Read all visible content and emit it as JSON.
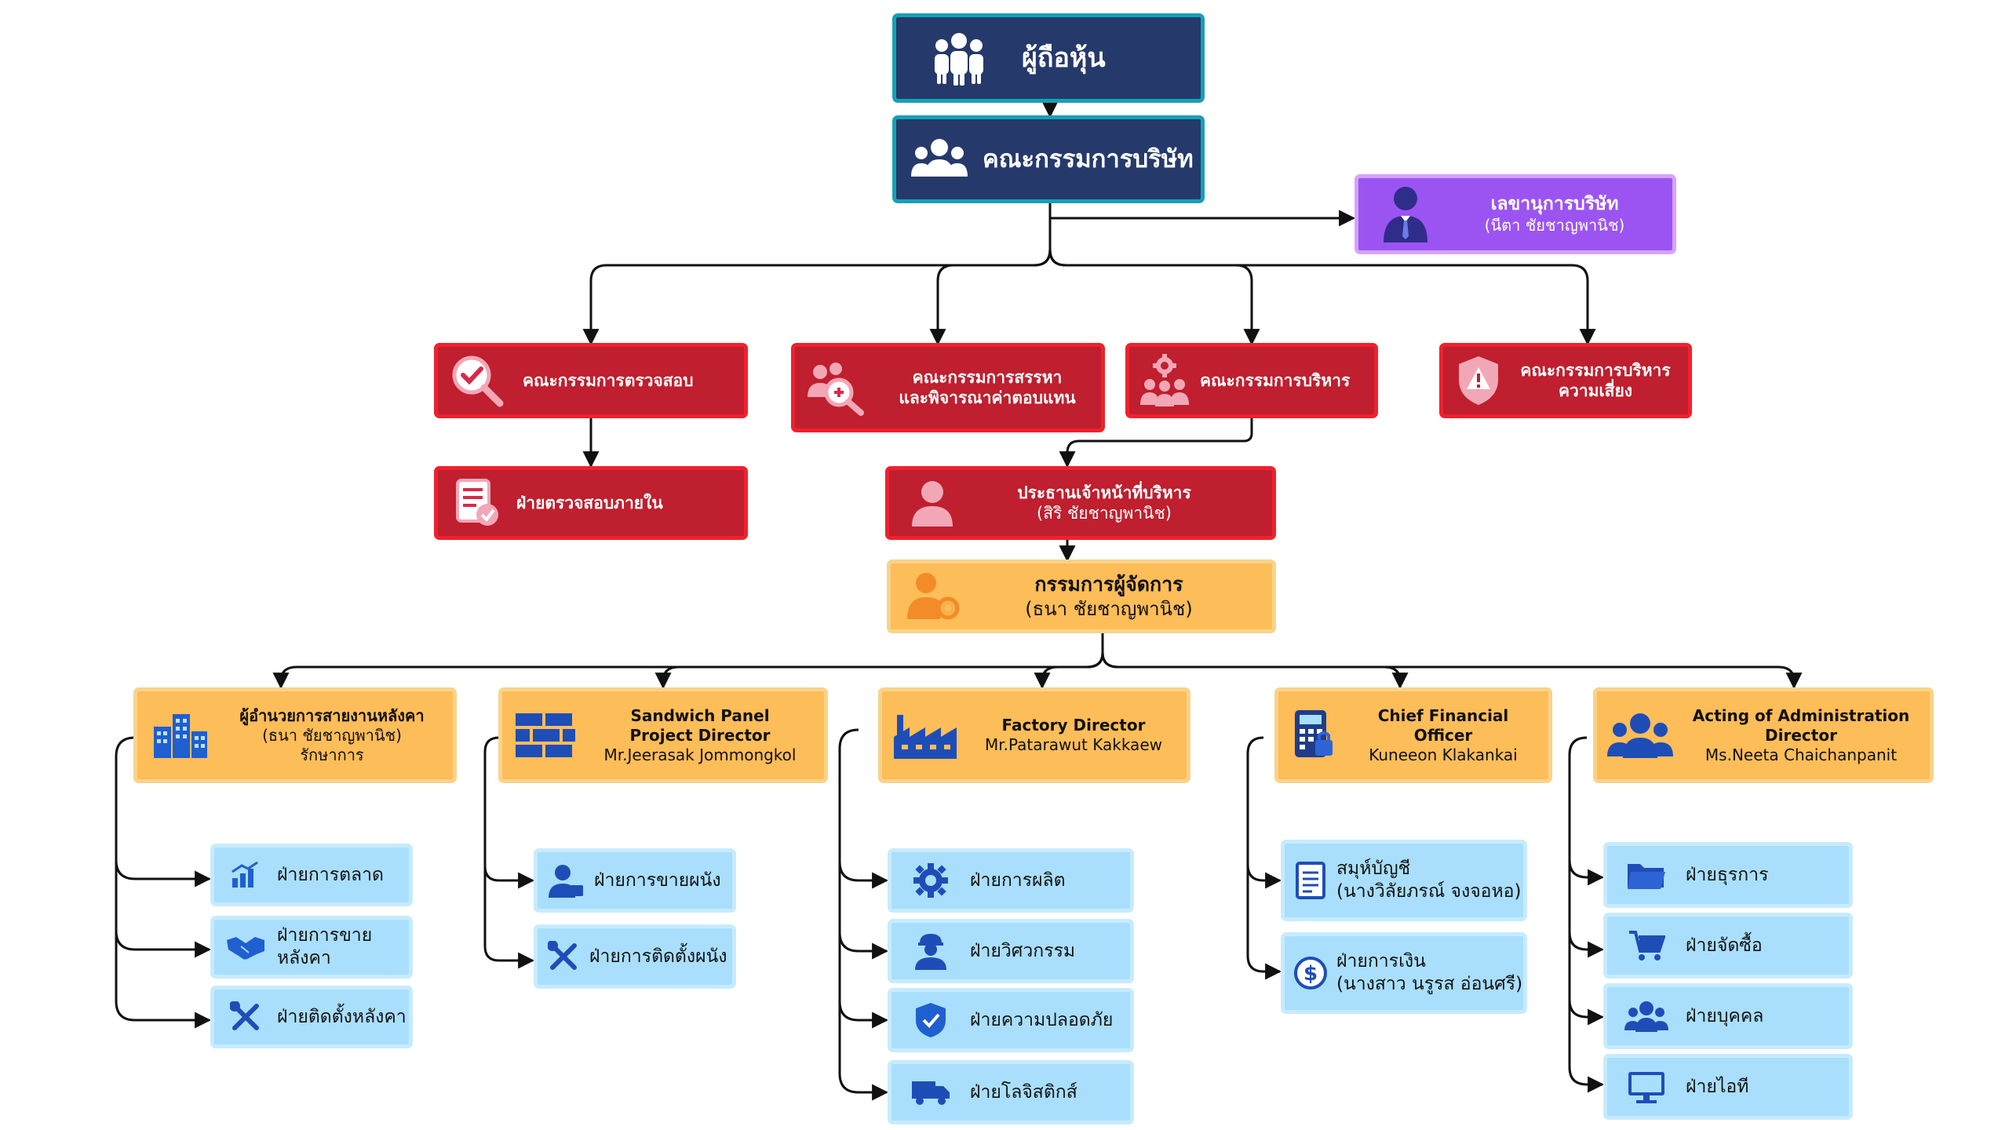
{
  "colors": {
    "navy": "#253a6b",
    "navy_border": "#16a0b5",
    "purple": "#9b54f2",
    "red": "#bf1f2e",
    "orange": "#fdbd58",
    "light_blue": "#a9dffc",
    "connector": "#111111"
  },
  "top": {
    "shareholders": {
      "label": "ผู้ถือหุ้น",
      "icon": "people-group-icon"
    },
    "board": {
      "label": "คณะกรรมการบริษัท",
      "icon": "people-icon"
    },
    "secretary": {
      "label": "เลขานุการบริษัท",
      "name": "(นีตา ชัยชาญพานิช)",
      "icon": "person-tie-icon"
    }
  },
  "committees": {
    "audit": {
      "label": "คณะกรรมการตรวจสอบ",
      "icon": "magnify-check-icon"
    },
    "nomination": {
      "line1": "คณะกรรมการสรรหา",
      "line2": "และพิจารณาค่าตอบแทน",
      "icon": "people-search-icon"
    },
    "executive": {
      "label": "คณะกรรมการบริหาร",
      "icon": "team-gear-icon"
    },
    "risk": {
      "line1": "คณะกรรมการบริหาร",
      "line2": "ความเสี่ยง",
      "icon": "warning-shield-icon"
    },
    "internal_audit": {
      "label": "ฝ่ายตรวจสอบภายใน",
      "icon": "checklist-icon"
    },
    "ceo": {
      "label": "ประธานเจ้าหน้าที่บริหาร",
      "name": "(สิริ ชัยชาญพานิช)",
      "icon": "person-icon"
    }
  },
  "md": {
    "label": "กรรมการผู้จัดการ",
    "name": "(ธนา ชัยชาญพานิช)",
    "icon": "person-gear-icon"
  },
  "divisions": [
    {
      "line1": "ผู้อำนวยการสายงานหลังคา",
      "line2": "(ธนา ชัยชาญพานิช)",
      "line3": "รักษาการ",
      "icon": "buildings-icon",
      "units": [
        {
          "line1": "ฝ่ายการตลาด",
          "icon": "chart-icon"
        },
        {
          "line1": "ฝ่ายการขายหลังคา",
          "icon": "handshake-icon"
        },
        {
          "line1": "ฝ่ายติดตั้งหลังคา",
          "icon": "tools-icon"
        }
      ]
    },
    {
      "line1": "Sandwich Panel",
      "line2": "Project Director",
      "line3": "Mr.Jeerasak Jommongkol",
      "icon": "brick-wall-icon",
      "units": [
        {
          "line1": "ฝ่ายการขายผนัง",
          "icon": "user-tie-icon"
        },
        {
          "line1": "ฝ่ายการติดตั้งผนัง",
          "icon": "tools-icon"
        }
      ]
    },
    {
      "line1": "Factory Director",
      "line2": "Mr.Patarawut Kakkaew",
      "icon": "factory-icon",
      "units": [
        {
          "line1": "ฝ่ายการผลิต",
          "icon": "gear-icon"
        },
        {
          "line1": "ฝ่ายวิศวกรรม",
          "icon": "engineer-icon"
        },
        {
          "line1": "ฝ่ายความปลอดภัย",
          "icon": "shield-check-icon"
        },
        {
          "line1": "ฝ่ายโลจิสติกส์",
          "icon": "truck-icon"
        }
      ]
    },
    {
      "line1": "Chief Financial Officer",
      "line2": "Kuneeon Klakankai",
      "icon": "calculator-icon",
      "units": [
        {
          "line1": "สมุห์บัญชี",
          "line2": "(นางวิลัยภรณ์ จงจอหอ)",
          "icon": "document-icon"
        },
        {
          "line1": "ฝ่ายการเงิน",
          "line2": "(นางสาว นรูรส อ่อนศรี)",
          "icon": "dollar-icon"
        }
      ]
    },
    {
      "line1": "Acting of Administration",
      "line2": "Director",
      "line3": "Ms.Neeta Chaichanpanit",
      "icon": "users-icon",
      "units": [
        {
          "line1": "ฝ่ายธุรการ",
          "icon": "folder-icon"
        },
        {
          "line1": "ฝ่ายจัดซื้อ",
          "icon": "cart-icon"
        },
        {
          "line1": "ฝ่ายบุคคล",
          "icon": "users-icon"
        },
        {
          "line1": "ฝ่ายไอที",
          "icon": "monitor-icon"
        }
      ]
    }
  ]
}
